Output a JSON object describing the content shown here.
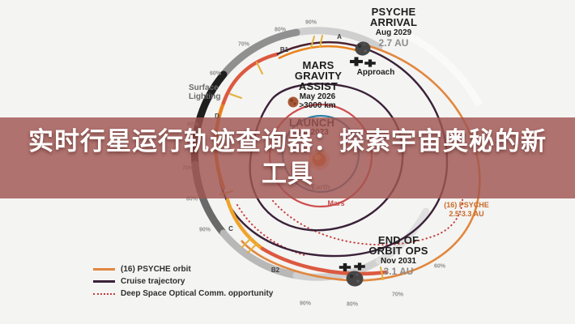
{
  "banner": {
    "line1": "实时行星运行轨迹查询器：探索宇宙奥秘的新",
    "line2": "工具"
  },
  "diagram": {
    "arrival": {
      "line1": "PSYCHE",
      "line2": "ARRIVAL",
      "date": "Aug 2029",
      "distance": "2.7 AU",
      "approach": "Approach"
    },
    "mars_assist": {
      "line1": "MARS",
      "line2": "GRAVITY",
      "line3": "ASSIST",
      "date": "May 2026",
      "altitude": ">3000 km"
    },
    "launch": {
      "label": "LAUNCH",
      "date": "Oct 2023"
    },
    "end_ops": {
      "line1": "END OF",
      "line2": "ORBIT OPS",
      "date": "Nov 2031",
      "distance": "3.1 AU"
    },
    "psyche_range": {
      "line1": "(16) PSYCHE",
      "line2": "2.5-3.3 AU"
    },
    "surface_lighting": {
      "line1": "Surface",
      "line2": "Lighting"
    },
    "planets": {
      "earth": "Earth",
      "mars": "Mars"
    },
    "phases": {
      "a": "A",
      "b1": "B1",
      "b2": "B2",
      "c": "C",
      "d": "D"
    },
    "lighting": {
      "top": [
        "90%",
        "80%",
        "70%",
        "60%"
      ],
      "left": [
        "60%",
        "70%",
        "80%",
        "90%"
      ],
      "bottom": [
        "90%",
        "80%",
        "70%",
        "60%"
      ]
    }
  },
  "legend": {
    "items": [
      {
        "label": "(16) PSYCHE orbit",
        "color": "#e1873f",
        "style": "solid"
      },
      {
        "label": "Cruise trajectory",
        "color": "#3a2138",
        "style": "solid"
      },
      {
        "label": "Deep Space Optical Comm. opportunity",
        "color": "#c53b3b",
        "style": "dotted"
      }
    ]
  },
  "colors": {
    "banner_bg": "#a15652",
    "psyche_orbit": "#e1873f",
    "cruise": "#3a2138",
    "dsoc": "#c53b3b",
    "mars_orbit": "#cf4f4f",
    "earth_orbit": "#2f80a7",
    "orbit_b": "#dc5940",
    "orbit_c": "#efa32a",
    "orbit_d": "#e8821e",
    "sun": "#e76d12"
  }
}
